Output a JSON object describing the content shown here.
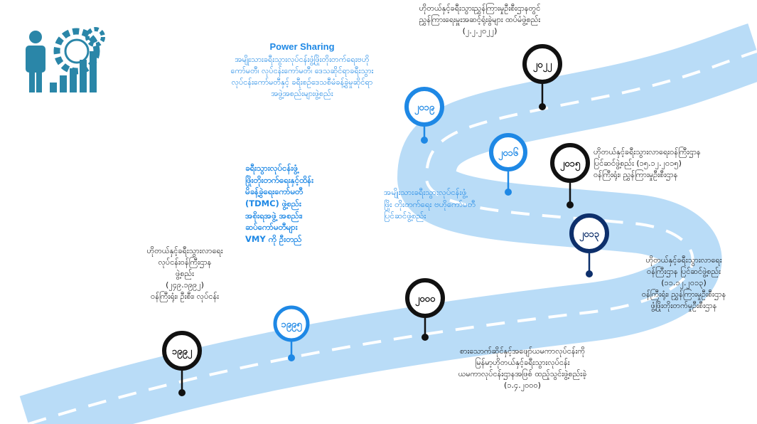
{
  "colors": {
    "road": "#b9dcf7",
    "road_dash": "#ffffff",
    "blue_accent": "#1e88e5",
    "navy": "#0d2f6b",
    "black": "#111111",
    "icon_teal": "#2a86a8"
  },
  "icon": "person-gears-chart-icon",
  "milestones": {
    "m1": {
      "year": "၁၉၉၂",
      "text": "ဟိုတယ်နှင့်ခရီးသွားလာရေး\nလုပ်ငန်းဝန်ကြီးဌာန\nဖွဲ့စည်း\n(၂၄၉.၁၉၉၂)\nဝန်ကြီးရုံး၊ ဦးစီး၊ လုပ်ငန်း"
    },
    "m2": {
      "year": "၁၉၉၅",
      "text": "ခရီးသွားလုပ်ငန်းဖွံ့\nဖြိုးတိုးတက်ရေးနှင့်ထိန်း\nမိခန့်ခွဲရေးကော်မတီ\n(TDMC) ဖွဲ့စည်း\nအစိုးရအဖွဲ့ အစည်း၊\nဆပ်ကော်မတီများ\nVMY ကို ဦးတည်"
    },
    "m3": {
      "year": "၂၀၀၀",
      "text": "စားသောက်ဆိုင်နှင့်အဖျော်ယမကာလုပ်ငန်းကို\nမြန်မာ့ဟိုတယ်နှင့်ခရီးသွားလုပ်ငန်း\nယမကာလုပ်ငန်းဌာနအဖြစ် ထည့်သွင်းဖွဲ့စည်းခဲ့\n(၁.၄.၂၀၀၀)"
    },
    "m4": {
      "year": "၂၀၁၃",
      "text": "ဟိုတယ်နှင့်ခရီးသွားလာရေး\nဝန်ကြီးဌာန ပြင်ဆင်ဖွဲ့စည်း\n(၁၁.၁၂.၂၀၁၃)\nဝန်ကြီးရုံး၊ ညွှန်ကြားမှုဦးစီးဌာန\nဖွံ့ဖြိုးတိုးတက်မှုဦးစီးဌာန"
    },
    "m5": {
      "year": "၂၀၁၅",
      "text": "ဟိုတယ်နှင့်ခရီးသွားလာရေးဝန်ကြီးဌာန\nပြင်ဆင်ဖွဲ့စည်း (၁၅.၁၂.၂၀၁၅)\nဝန်ကြီးရုံး၊ ညွှန်ကြားမှုဦးစီးဌာန"
    },
    "m6": {
      "year": "၂၀၁၆",
      "text": "အမျိုးသားခရီးသွားလုပ်ငန်းဖွံ့\nဖြိုး တိုးတက်ရေး ဗဟိုကော်မတီ\nပြင်ဆင်ဖွဲ့စည်း"
    },
    "m7": {
      "year": "၂၀၁၉",
      "title": "Power Sharing",
      "text": "အမျိုးသားခရီးသွားလုပ်ငန်းဖွံ့ဖြိုးတိုးတက်ရေးဗဟို\nကော်မတီ၊ လုပ်ငန်းကော်မတီ၊ ဒေသဆိုင်ရာခရီးသွား\nလုပ်ငန်းကော်မတီနှင့် ခရီးစဉ်ဒေသစီမံခန့်ခွဲမှုဆိုင်ရာ\nအဖွဲ့အစည်းများဖွဲ့စည်း"
    },
    "m8": {
      "year": "၂၀၂၂",
      "text": "ဟိုတယ်နှင့်ခရီးသွားညွှန်ကြားမှုဦးစီးဌာနတွင်\nညွှန်ကြားရေးမှူးအဆင့်ရုံးခွဲများ ထပ်မံဖွဲ့စည်း\n(၂.၂.၂၀၂၂)"
    }
  }
}
